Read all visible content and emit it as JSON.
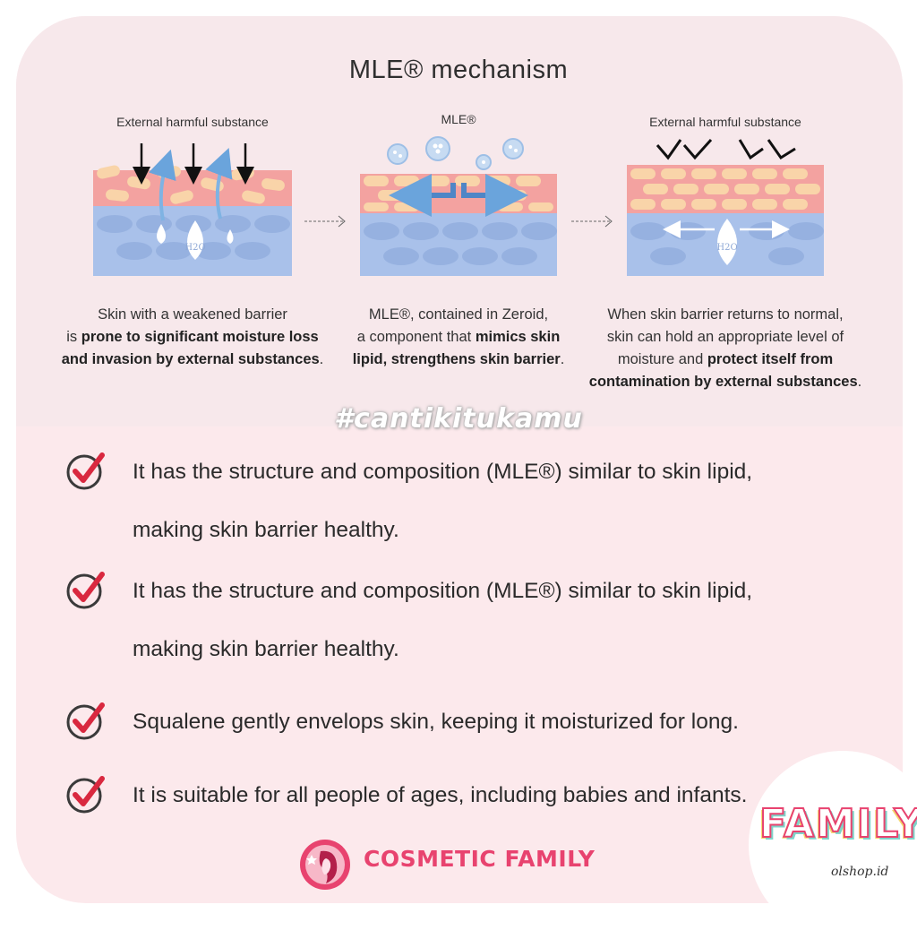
{
  "heading": {
    "title": "MLE® mechanism"
  },
  "diagram": {
    "panels": [
      {
        "label": "External harmful substance",
        "water_label": "H2O",
        "caption_lines": [
          {
            "pre": "Skin with a weakened barrier",
            "bold": "",
            "post": ""
          },
          {
            "pre": "is ",
            "bold": "prone to significant moisture loss",
            "post": ""
          },
          {
            "pre": "",
            "bold": "and invasion by external substances",
            "post": "."
          }
        ]
      },
      {
        "label": "MLE®",
        "caption_lines": [
          {
            "pre": "MLE®, contained in Zeroid,",
            "bold": "",
            "post": ""
          },
          {
            "pre": "a component that ",
            "bold": "mimics skin",
            "post": ""
          },
          {
            "pre": "",
            "bold": "lipid, strengthens skin barrier",
            "post": "."
          }
        ]
      },
      {
        "label": "External harmful substance",
        "water_label": "H2O",
        "caption_lines": [
          {
            "pre": "When skin barrier returns to normal,",
            "bold": "",
            "post": ""
          },
          {
            "pre": "skin can hold an appropriate level of",
            "bold": "",
            "post": ""
          },
          {
            "pre": "moisture and ",
            "bold": "protect itself from",
            "post": ""
          },
          {
            "pre": "",
            "bold": "contamination by external substances",
            "post": "."
          }
        ]
      }
    ]
  },
  "hashtag": "#cantikitukamu",
  "benefits": [
    {
      "line1": "It has the structure and composition (MLE®) similar to skin lipid,",
      "line2": "making skin barrier healthy."
    },
    {
      "line1": "It has the structure and composition (MLE®) similar to skin lipid,",
      "line2": "making skin barrier healthy."
    },
    {
      "line1": "Squalene gently envelops skin, keeping it moisturized for long.",
      "line2": ""
    },
    {
      "line1": "It is suitable for all people of ages, including babies and infants.",
      "line2": ""
    }
  ],
  "footer": {
    "brand": "COSMETIC FAMILY",
    "watermark_word": "FAMILY",
    "watermark_sub": "olshop.id"
  },
  "colors": {
    "accent_pink": "#e8436f",
    "check_red": "#d9283f",
    "skin_cell": "#f9d4a9",
    "skin_lipid": "#f3a2a0",
    "dermis": "#a9c1ea",
    "arrow_blue": "#6aa4dc"
  }
}
